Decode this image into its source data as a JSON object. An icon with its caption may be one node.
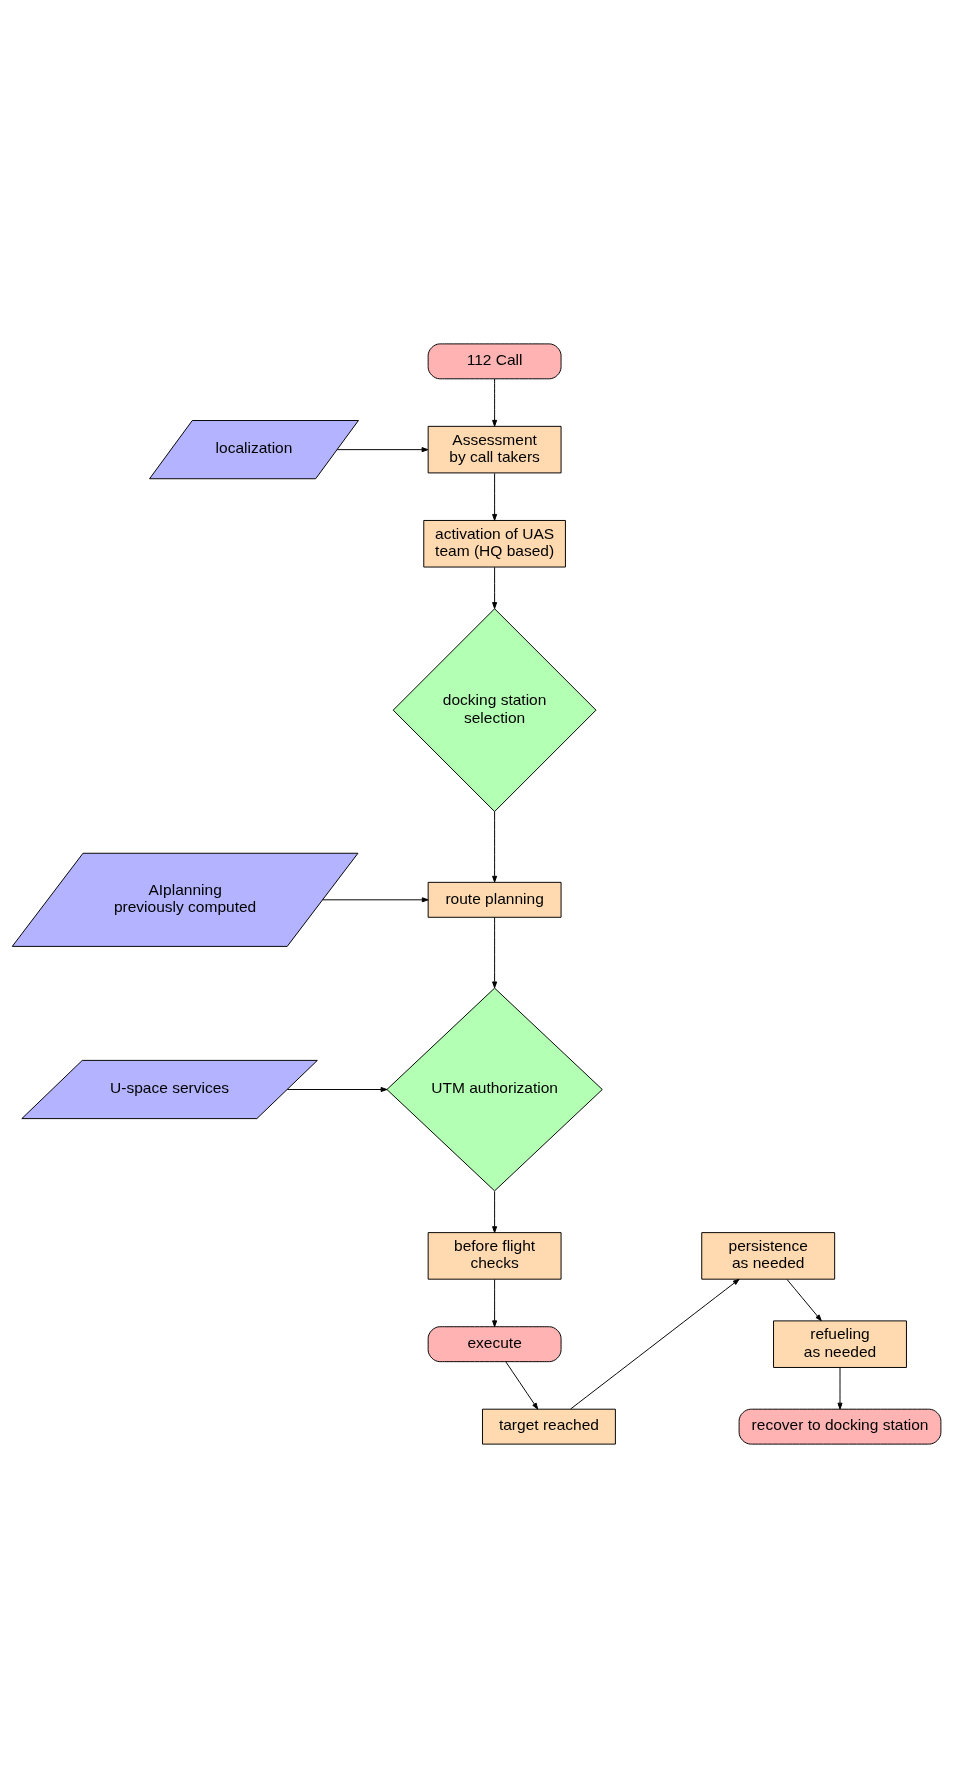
{
  "diagram": {
    "nodes": [
      {
        "text": [
          "112 Call"
        ]
      },
      {
        "text": [
          "Assessment by call takers"
        ]
      },
      {
        "text": [
          "localization"
        ]
      },
      {
        "text": [
          "activation of UAS team (HQ based)"
        ]
      },
      {
        "text": [
          "docking station selection"
        ]
      },
      {
        "text": [
          "route planning"
        ]
      },
      {
        "text": [
          "AIplanning previously computed"
        ]
      },
      {
        "text": [
          "UTM authorization"
        ]
      },
      {
        "text": [
          "U-space services"
        ]
      },
      {
        "text": [
          "before flight checks"
        ]
      },
      {
        "text": [
          "execute"
        ]
      },
      {
        "text": [
          "target reached"
        ]
      },
      {
        "text": [
          "persistence as needed"
        ]
      },
      {
        "text": [
          "refueling as needed"
        ]
      },
      {
        "text": [
          "recover to docking station"
        ]
      }
    ],
    "edges": [
      {
        "from": 0,
        "to": 1,
        "arrow": "to"
      },
      {
        "from": 2,
        "to": 1,
        "arrow": "to"
      },
      {
        "from": 1,
        "to": 3,
        "arrow": "to"
      },
      {
        "from": 3,
        "to": 4,
        "arrow": "to"
      },
      {
        "from": 4,
        "to": 5,
        "arrow": "to"
      },
      {
        "from": 6,
        "to": 5,
        "arrow": "to"
      },
      {
        "from": 5,
        "to": 7,
        "arrow": "to"
      },
      {
        "from": 8,
        "to": 7,
        "arrow": "to"
      },
      {
        "from": 7,
        "to": 9,
        "arrow": "to"
      },
      {
        "from": 9,
        "to": 10,
        "arrow": "to"
      },
      {
        "from": 10,
        "to": 11,
        "arrow": "to"
      },
      {
        "from": 11,
        "to": 12,
        "arrow": "to"
      },
      {
        "from": 12,
        "to": 13,
        "arrow": "to"
      },
      {
        "from": 13,
        "to": 14,
        "arrow": "to"
      }
    ]
  }
}
